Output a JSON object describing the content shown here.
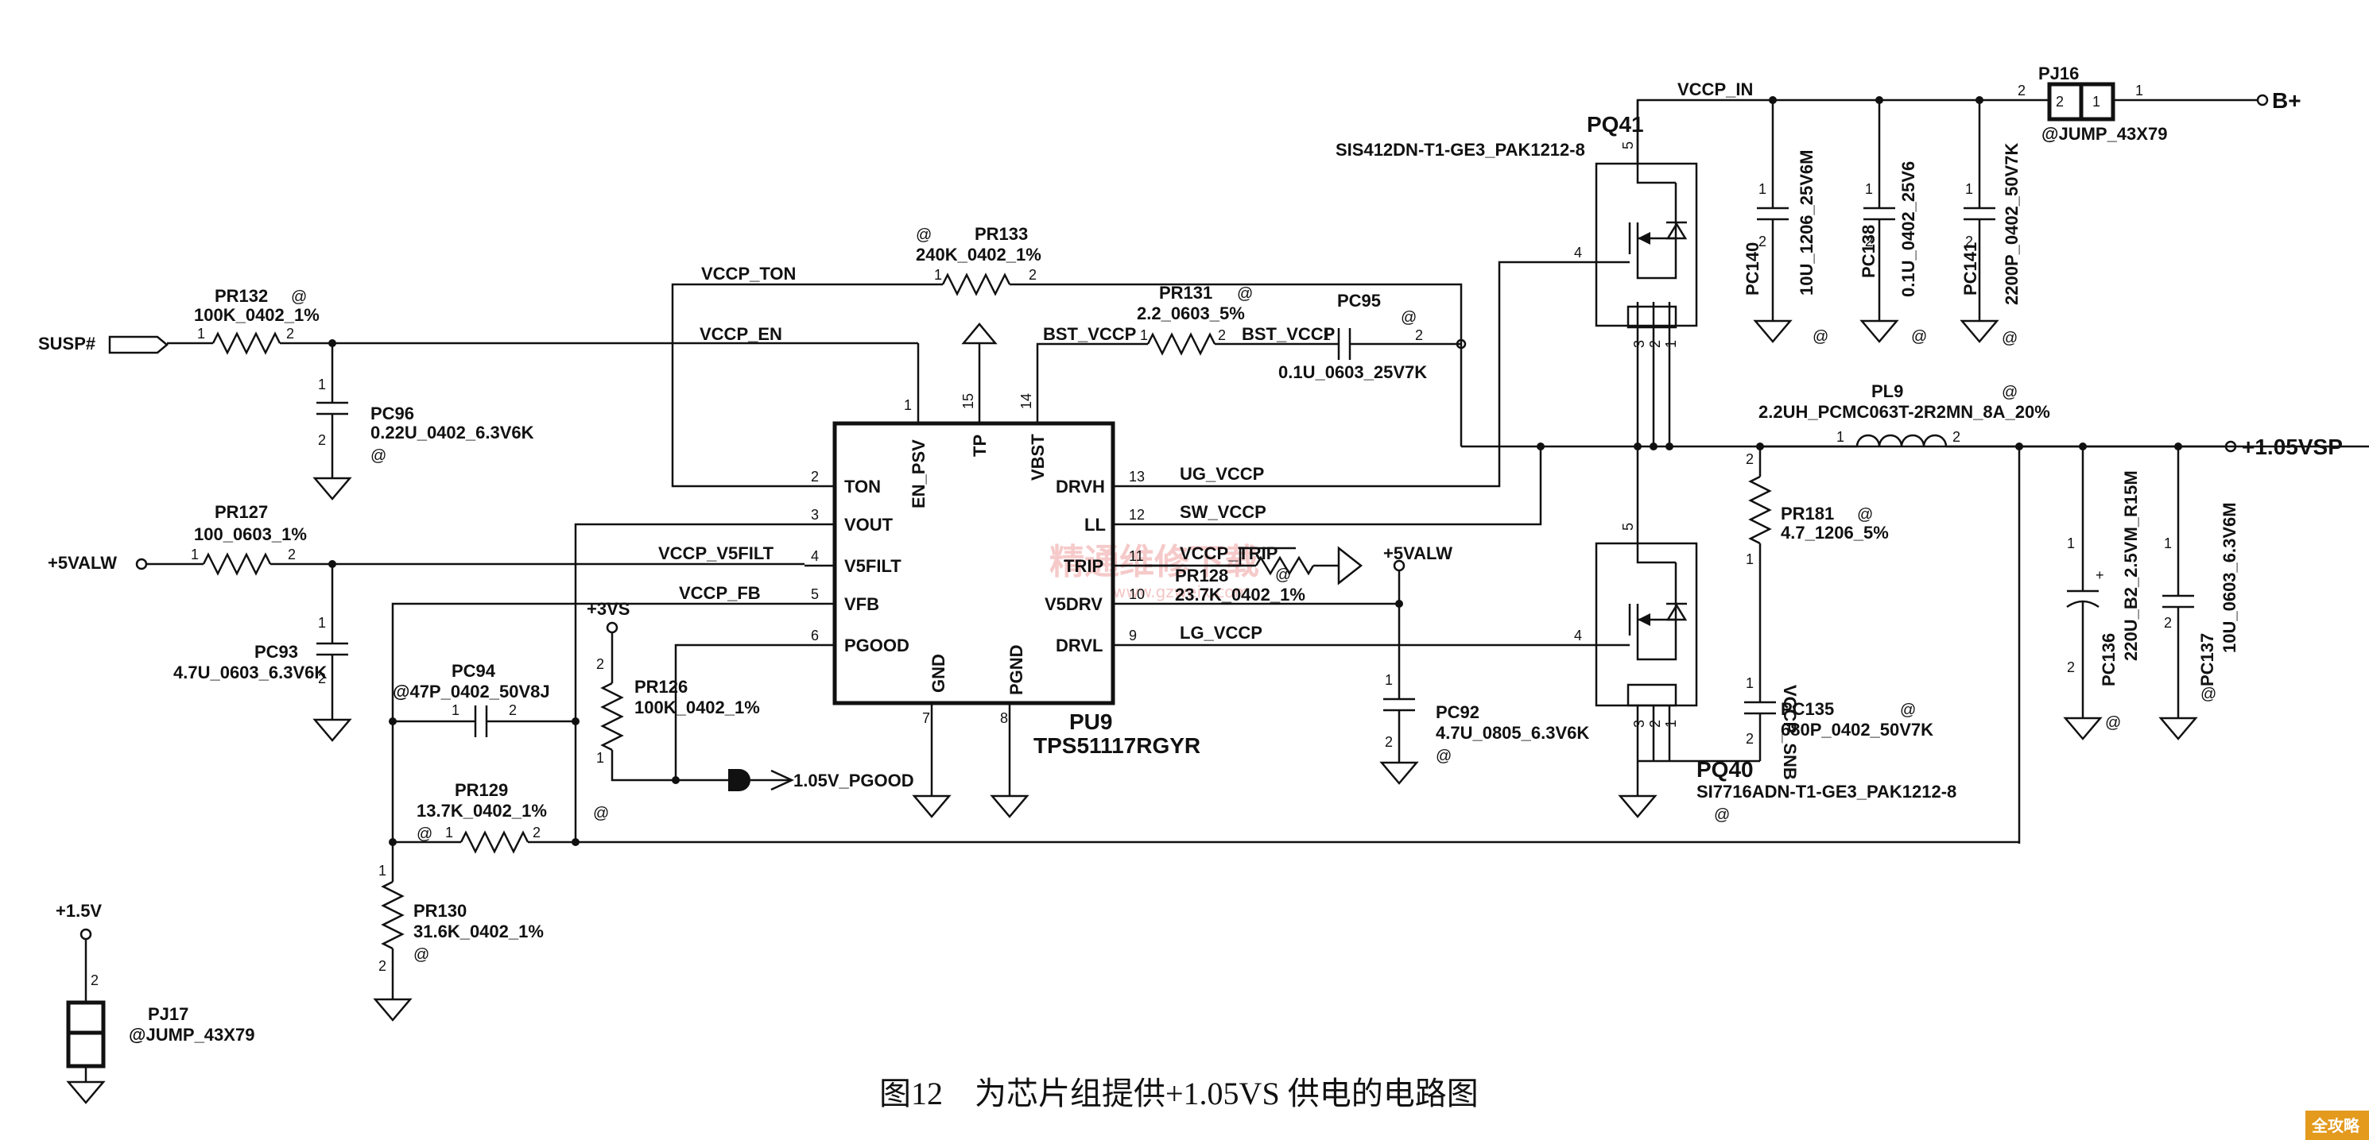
{
  "caption": "图12　为芯片组提供+1.05VS 供电的电路图",
  "chip": {
    "ref": "PU9",
    "part": "TPS51117RGYR",
    "left_pins": [
      {
        "num": "2",
        "name": "TON"
      },
      {
        "num": "3",
        "name": "VOUT"
      },
      {
        "num": "4",
        "name": "V5FILT"
      },
      {
        "num": "5",
        "name": "VFB"
      },
      {
        "num": "6",
        "name": "PGOOD"
      }
    ],
    "right_pins": [
      {
        "num": "13",
        "name": "DRVH"
      },
      {
        "num": "12",
        "name": "LL"
      },
      {
        "num": "11",
        "name": "TRIP"
      },
      {
        "num": "10",
        "name": "V5DRV"
      },
      {
        "num": "9",
        "name": "DRVL"
      }
    ],
    "top_pins": [
      {
        "num": "1",
        "name": "EN_PSV"
      },
      {
        "num": "15",
        "name": "TP"
      },
      {
        "num": "14",
        "name": "VBST"
      }
    ],
    "bottom_pins": [
      {
        "num": "7",
        "name": "GND"
      },
      {
        "num": "8",
        "name": "PGND"
      }
    ]
  },
  "nets": {
    "vccp_ton": "VCCP_TON",
    "vccp_en": "VCCP_EN",
    "vccp_v5filt": "VCCP_V5FILT",
    "vccp_fb": "VCCP_FB",
    "bst_vccp": "BST_VCCP",
    "bst_vccp2": "BST_VCCP",
    "ug_vccp": "UG_VCCP",
    "sw_vccp": "SW_VCCP",
    "vccp_trip": "VCCP_TRIP",
    "lg_vccp": "LG_VCCP",
    "vccp_in": "VCCP_IN",
    "vccp_snb": "VCCP_SNB"
  },
  "ports": {
    "susp": "SUSP#",
    "v5alw_left": "+5VALW",
    "v5alw_right": "+5VALW",
    "p3vs": "+3VS",
    "p15v": "+1.5V",
    "pgood": "1.05V_PGOOD",
    "bplus": "B+",
    "out": "+1.05VSP"
  },
  "components": {
    "pr132": {
      "ref": "PR132",
      "val": "100K_0402_1%"
    },
    "pc96": {
      "ref": "PC96",
      "val": "0.22U_0402_6.3V6K"
    },
    "pr127": {
      "ref": "PR127",
      "val": "100_0603_1%"
    },
    "pc93": {
      "ref": "PC93",
      "val": "4.7U_0603_6.3V6K"
    },
    "pc94": {
      "ref": "PC94",
      "val": "@47P_0402_50V8J"
    },
    "pr129": {
      "ref": "PR129",
      "val": "13.7K_0402_1%"
    },
    "pr130": {
      "ref": "PR130",
      "val": "31.6K_0402_1%"
    },
    "pr126": {
      "ref": "PR126",
      "val": "100K_0402_1%"
    },
    "pr133": {
      "ref": "PR133",
      "val": "240K_0402_1%"
    },
    "pr131": {
      "ref": "PR131",
      "val": "2.2_0603_5%"
    },
    "pc95": {
      "ref": "PC95",
      "val": "0.1U_0603_25V7K"
    },
    "pr128": {
      "ref": "PR128",
      "val": "23.7K_0402_1%"
    },
    "pc92": {
      "ref": "PC92",
      "val": "4.7U_0805_6.3V6K"
    },
    "pq41": {
      "ref": "PQ41",
      "val": "SIS412DN-T1-GE3_PAK1212-8"
    },
    "pq40": {
      "ref": "PQ40",
      "val": "SI7716ADN-T1-GE3_PAK1212-8"
    },
    "pc140": {
      "ref": "PC140",
      "val": "10U_1206_25V6M"
    },
    "pc138": {
      "ref": "PC138",
      "val": "0.1U_0402_25V6"
    },
    "pc141": {
      "ref": "PC141",
      "val": "2200P_0402_50V7K"
    },
    "pj16": {
      "ref": "PJ16",
      "val": "@JUMP_43X79"
    },
    "pl9": {
      "ref": "PL9",
      "val": "2.2UH_PCMC063T-2R2MN_8A_20%"
    },
    "pr181": {
      "ref": "PR181",
      "val": "4.7_1206_5%"
    },
    "pc135": {
      "ref": "PC135",
      "val": "680P_0402_50V7K"
    },
    "pc136": {
      "ref": "PC136",
      "val": "220U_B2_2.5VM_R15M"
    },
    "pc137": {
      "ref": "PC137",
      "val": "10U_0603_6.3V6M"
    },
    "pj17": {
      "ref": "PJ17",
      "val": "@JUMP_43X79"
    }
  },
  "at": "@",
  "watermark": {
    "main": "精通维修下载",
    "url": "www.gzweix.com"
  },
  "corner_badge": "全攻略"
}
